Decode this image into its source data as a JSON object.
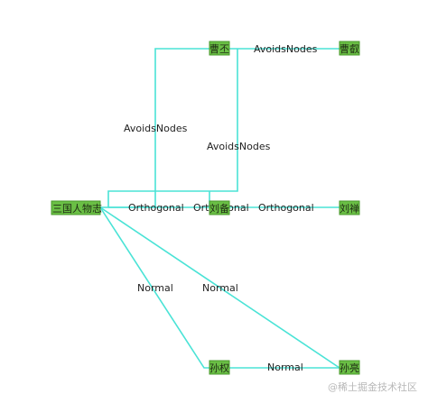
{
  "diagram": {
    "nodes": {
      "root": "三国人物志",
      "caocao": "曹丕",
      "caorui": "曹叡",
      "liubei": "刘备",
      "liuchan": "刘禅",
      "sunquan": "孙权",
      "sunliang": "孙亮"
    },
    "edges": {
      "root_to_caocao": "AvoidsNodes",
      "caocao_to_caorui": "AvoidsNodes",
      "liubei_to_caocao": "AvoidsNodes",
      "root_to_liubei": "Orthogonal",
      "root_to_liubei_2": "Orthogonal",
      "liubei_to_liuchan": "Orthogonal",
      "root_to_sunquan": "Normal",
      "root_to_sunliang": "Normal",
      "sunquan_to_sunliang": "Normal"
    }
  },
  "colors": {
    "edge": "#4ae3d6",
    "node_fill": "#6abf45"
  },
  "watermark": "@稀土掘金技术社区"
}
